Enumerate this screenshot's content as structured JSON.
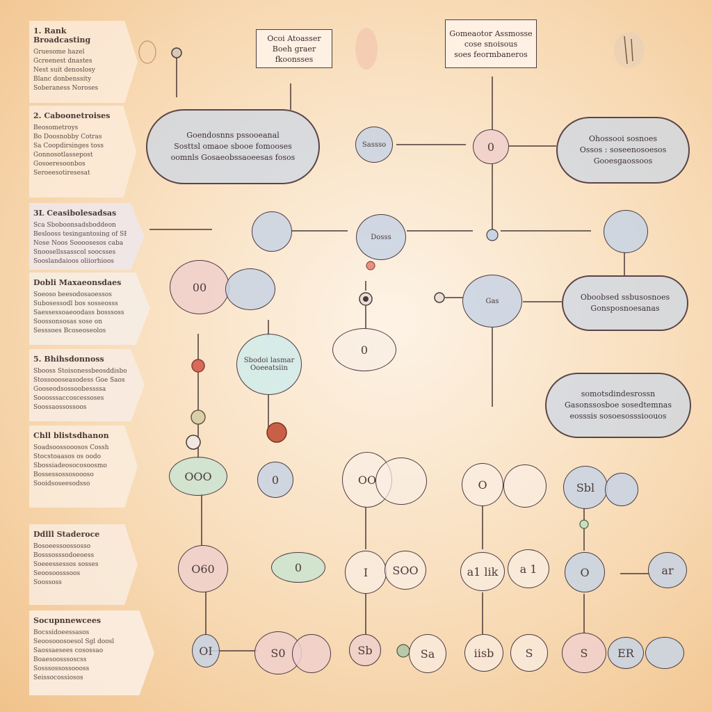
{
  "panels": [
    {
      "title": "1. Rank Broadcasting",
      "lines": [
        "Gruesome hazel",
        "Gcreenest dnastes",
        "Nest suit denoslosy",
        "Blanc donbenssity",
        "Soberaness Noroses"
      ]
    },
    {
      "title": "2. Caboonetroises",
      "lines": [
        "Beosometroys",
        "Bo Doosnobby Cotras",
        "Sa Coopdirsinges toss",
        "Gonnosotlassepost",
        "Gosoeresoonbos",
        "Seroeesotiresesat"
      ]
    },
    {
      "title": "3L Ceasibolesadsas",
      "lines": [
        "Sca Sboboonsadsboddeon",
        "Beslooss tesingantosing of SE",
        "Nose Noos Soooosesos caba",
        "Snoosellssasscol soocsses",
        "Sooslandaioos oliiorhioos"
      ]
    },
    {
      "title": "Dobli Maxaeonsdaes",
      "lines": [
        "Soeoso beesodosaoessos",
        "Subosessodl bos sosseosss",
        "Saessessoaeoodass bosssoss",
        "Soossonsosas sose on",
        "Sesssoes Bcoseoseolos"
      ]
    },
    {
      "title": "5. Bhihsdonnoss",
      "lines": [
        "Sbooss Stoisonessbeosddisbos",
        "Stossoooseasodess Goe Saos",
        "Gooseodsossoobessssa",
        "Sooosssaccoscessoses",
        "Soossaossossoos"
      ]
    },
    {
      "title": "Chll blistsdhanon",
      "lines": [
        "Soadsoossooosos Cossh",
        "Stocstoaasos os oodo",
        "Sbossiadeosocosoosmo",
        "Bossessossosoooso",
        "Sooidsoseesodsso"
      ]
    },
    {
      "title": "Ddlll Staderoce",
      "lines": [
        "Bosoeessoossosso",
        "Bosssosssodoeoess",
        "Soeeessessos sosses",
        "Seoosoosssoos",
        "Soossoss"
      ]
    },
    {
      "title": "Socupnnewcees",
      "lines": [
        "Bocssidoeessasos",
        "Seoosooosoesol Sgl doosl",
        "Saossaesees cosossao",
        "Boaesoosssoscss",
        "Sosssossossoooss",
        "Seissocossiosos"
      ]
    }
  ],
  "top_boxes": [
    {
      "lines": [
        "Ocoi Atoasser",
        "Boeh graer fkoonsses"
      ]
    },
    {
      "lines": [
        "Gomeaotor Assmosse",
        "cose snoisous",
        "soes feormbaneros"
      ]
    }
  ],
  "pills": [
    {
      "lines": [
        "Goendosnns pssooeanal",
        "Sosttsl omaoe sbooe fomooses",
        "oomnls Gosaeobssaoeesas fosos"
      ]
    },
    {
      "lines": [
        "Ohossooi sosnoes",
        "Ossos : soseenosoesos",
        "Gooesgaossoos"
      ]
    },
    {
      "lines": [
        "Oboobsed ssbusosnoes",
        "Gonsposnoesanas"
      ]
    },
    {
      "lines": [
        "somotsdindesrossn",
        "Gasonssosboe sosedtemnas",
        "eosssis sosoesosssioouos"
      ]
    }
  ],
  "labels": {
    "c1": "Sassso",
    "c2": "0",
    "c3": "Dosss",
    "c4": "Gas",
    "c5": "00",
    "c6": "Sbodoi lasmar Ooeeatsiin",
    "c7": "0",
    "c8": "OOO",
    "c9": "0",
    "c10": "0",
    "c11": "OO",
    "c12": "O",
    "c13": "Sbl",
    "c14": "O60",
    "c15": "OI",
    "c16": "S0",
    "c17": "I",
    "c18": "SOO",
    "c19": "a1 lik",
    "c20": "a 1",
    "c21": "O",
    "c22": "ar",
    "c23": "Sb",
    "c24": "Sa",
    "c25": "iisb",
    "c26": "S",
    "c27": "S",
    "c28": "ER"
  }
}
